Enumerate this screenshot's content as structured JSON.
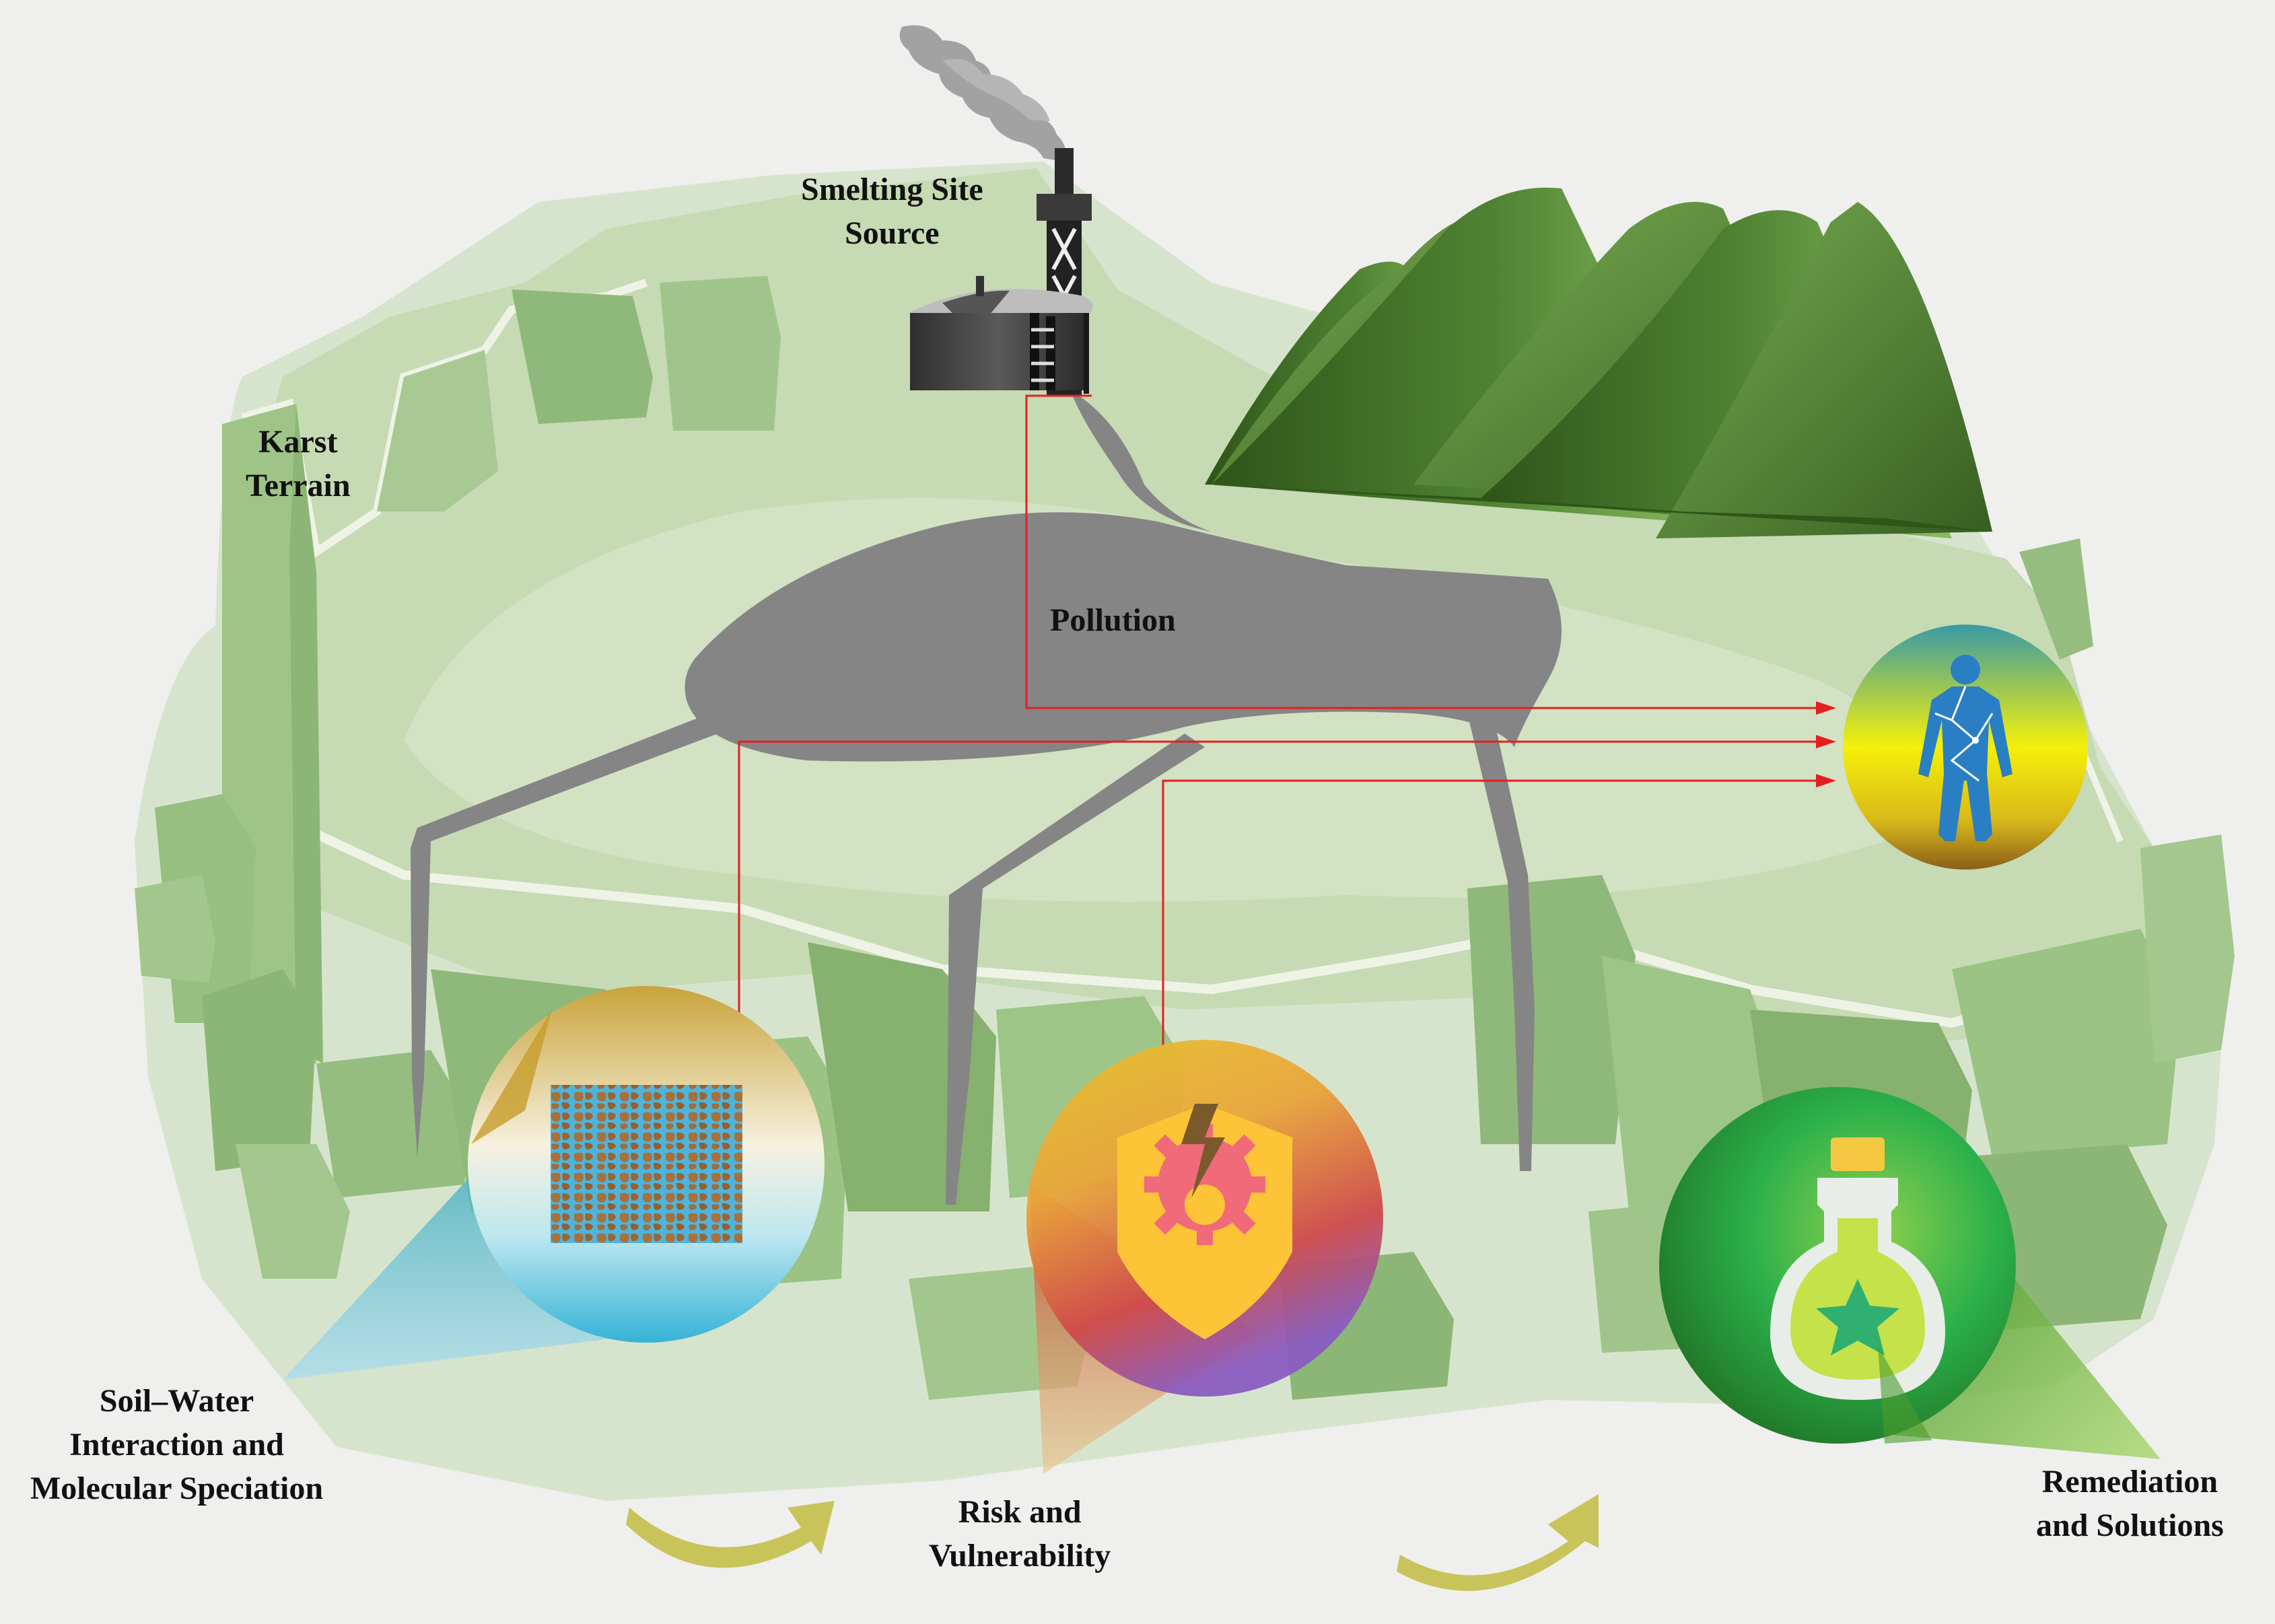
{
  "labels": {
    "smelting": [
      "Smelting Site",
      "Source"
    ],
    "karst": [
      "Karst",
      "Terrain"
    ],
    "pollution": "Pollution",
    "soil_water": [
      "Soil–Water",
      "Interaction and",
      "Molecular Speciation"
    ],
    "risk": [
      "Risk and",
      "Vulnerability"
    ],
    "remediation": [
      "Remediation",
      "and Solutions"
    ]
  },
  "icons": {
    "smelter": "smelter-factory-icon",
    "human": "human-body-icon",
    "soil": "soil-texture-icon",
    "risk": "risk-shield-gear-icon",
    "remedy": "potion-flask-icon",
    "arrow": "curved-arrow-icon"
  },
  "colors": {
    "terrain_light": "#c4d8b3",
    "terrain_mid": "#a9c691",
    "cliff": "#93b878",
    "mountain": "#3f6a26",
    "pollution": "#858585",
    "arrow_red": "#e41f1f",
    "curved_arrow": "#c9c45a"
  }
}
